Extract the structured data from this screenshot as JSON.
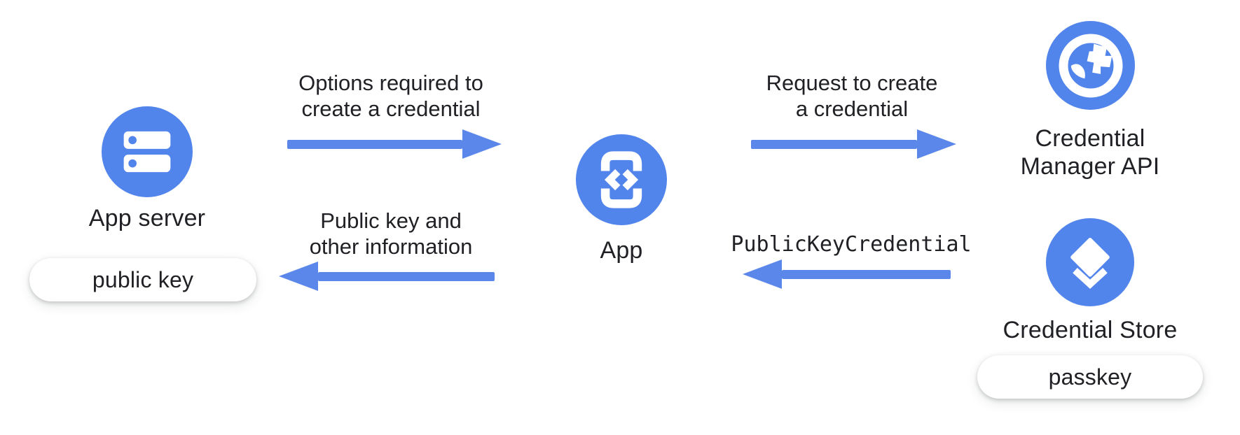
{
  "colors": {
    "node_blue": "#5285EC",
    "arrow_blue": "#5B87EA",
    "text": "#202124",
    "pill_bg": "#ffffff"
  },
  "nodes": {
    "app_server": {
      "label": "App server",
      "icon": "server-icon",
      "tag": "public key"
    },
    "app": {
      "label": "App",
      "icon": "phone-code-icon"
    },
    "credential_manager_api": {
      "label_line1": "Credential",
      "label_line2": "Manager API",
      "icon": "globe-icon"
    },
    "credential_store": {
      "label": "Credential Store",
      "icon": "layers-icon",
      "tag": "passkey"
    }
  },
  "arrows": {
    "options": {
      "label_line1": "Options required to",
      "label_line2": "create a credential",
      "direction": "right"
    },
    "request": {
      "label_line1": "Request to create",
      "label_line2": "a credential",
      "direction": "right"
    },
    "public_key_credential": {
      "label": "PublicKeyCredential",
      "direction": "left",
      "mono": true
    },
    "public_key_info": {
      "label_line1": "Public key and",
      "label_line2": "other information",
      "direction": "left"
    }
  }
}
